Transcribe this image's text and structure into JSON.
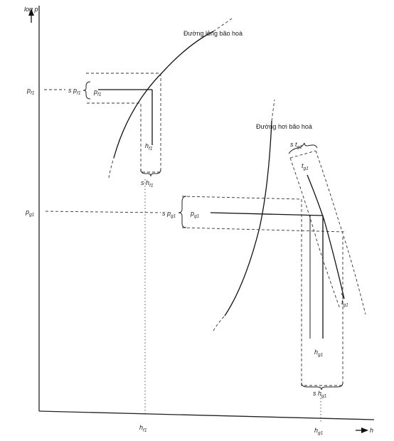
{
  "axes": {
    "y_label": "log p",
    "x_label": "h"
  },
  "curves": {
    "saturated_liquid": "Đường lỏng bão hoà",
    "saturated_vapor": "Đường hơi bão hoà"
  },
  "symbols": {
    "p_f1": {
      "main": "p",
      "sub": "f1"
    },
    "sp_f1": {
      "main": "s p",
      "sub": "f1"
    },
    "h_f1": {
      "main": "h",
      "sub": "f1"
    },
    "sh_f1": {
      "main": "s h",
      "sub": "f1"
    },
    "p_g1": {
      "main": "p",
      "sub": "g1"
    },
    "sp_g1": {
      "main": "s p",
      "sub": "g1"
    },
    "h_g1": {
      "main": "h",
      "sub": "g1"
    },
    "sh_g1": {
      "main": "s h",
      "sub": "g1"
    },
    "t_g1": {
      "main": "t",
      "sub": "g1"
    },
    "st_g1": {
      "main": "s t",
      "sub": "g1"
    }
  }
}
